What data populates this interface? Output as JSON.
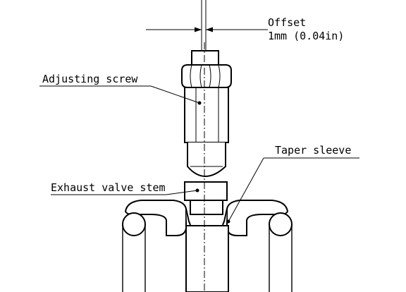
{
  "labels": {
    "offset_title": "Offset",
    "offset_value": "1mm (0.04in)",
    "adjusting_screw": "Adjusting screw",
    "taper_sleeve": "Taper sleeve",
    "exhaust_valve_stem": "Exhaust valve stem"
  }
}
